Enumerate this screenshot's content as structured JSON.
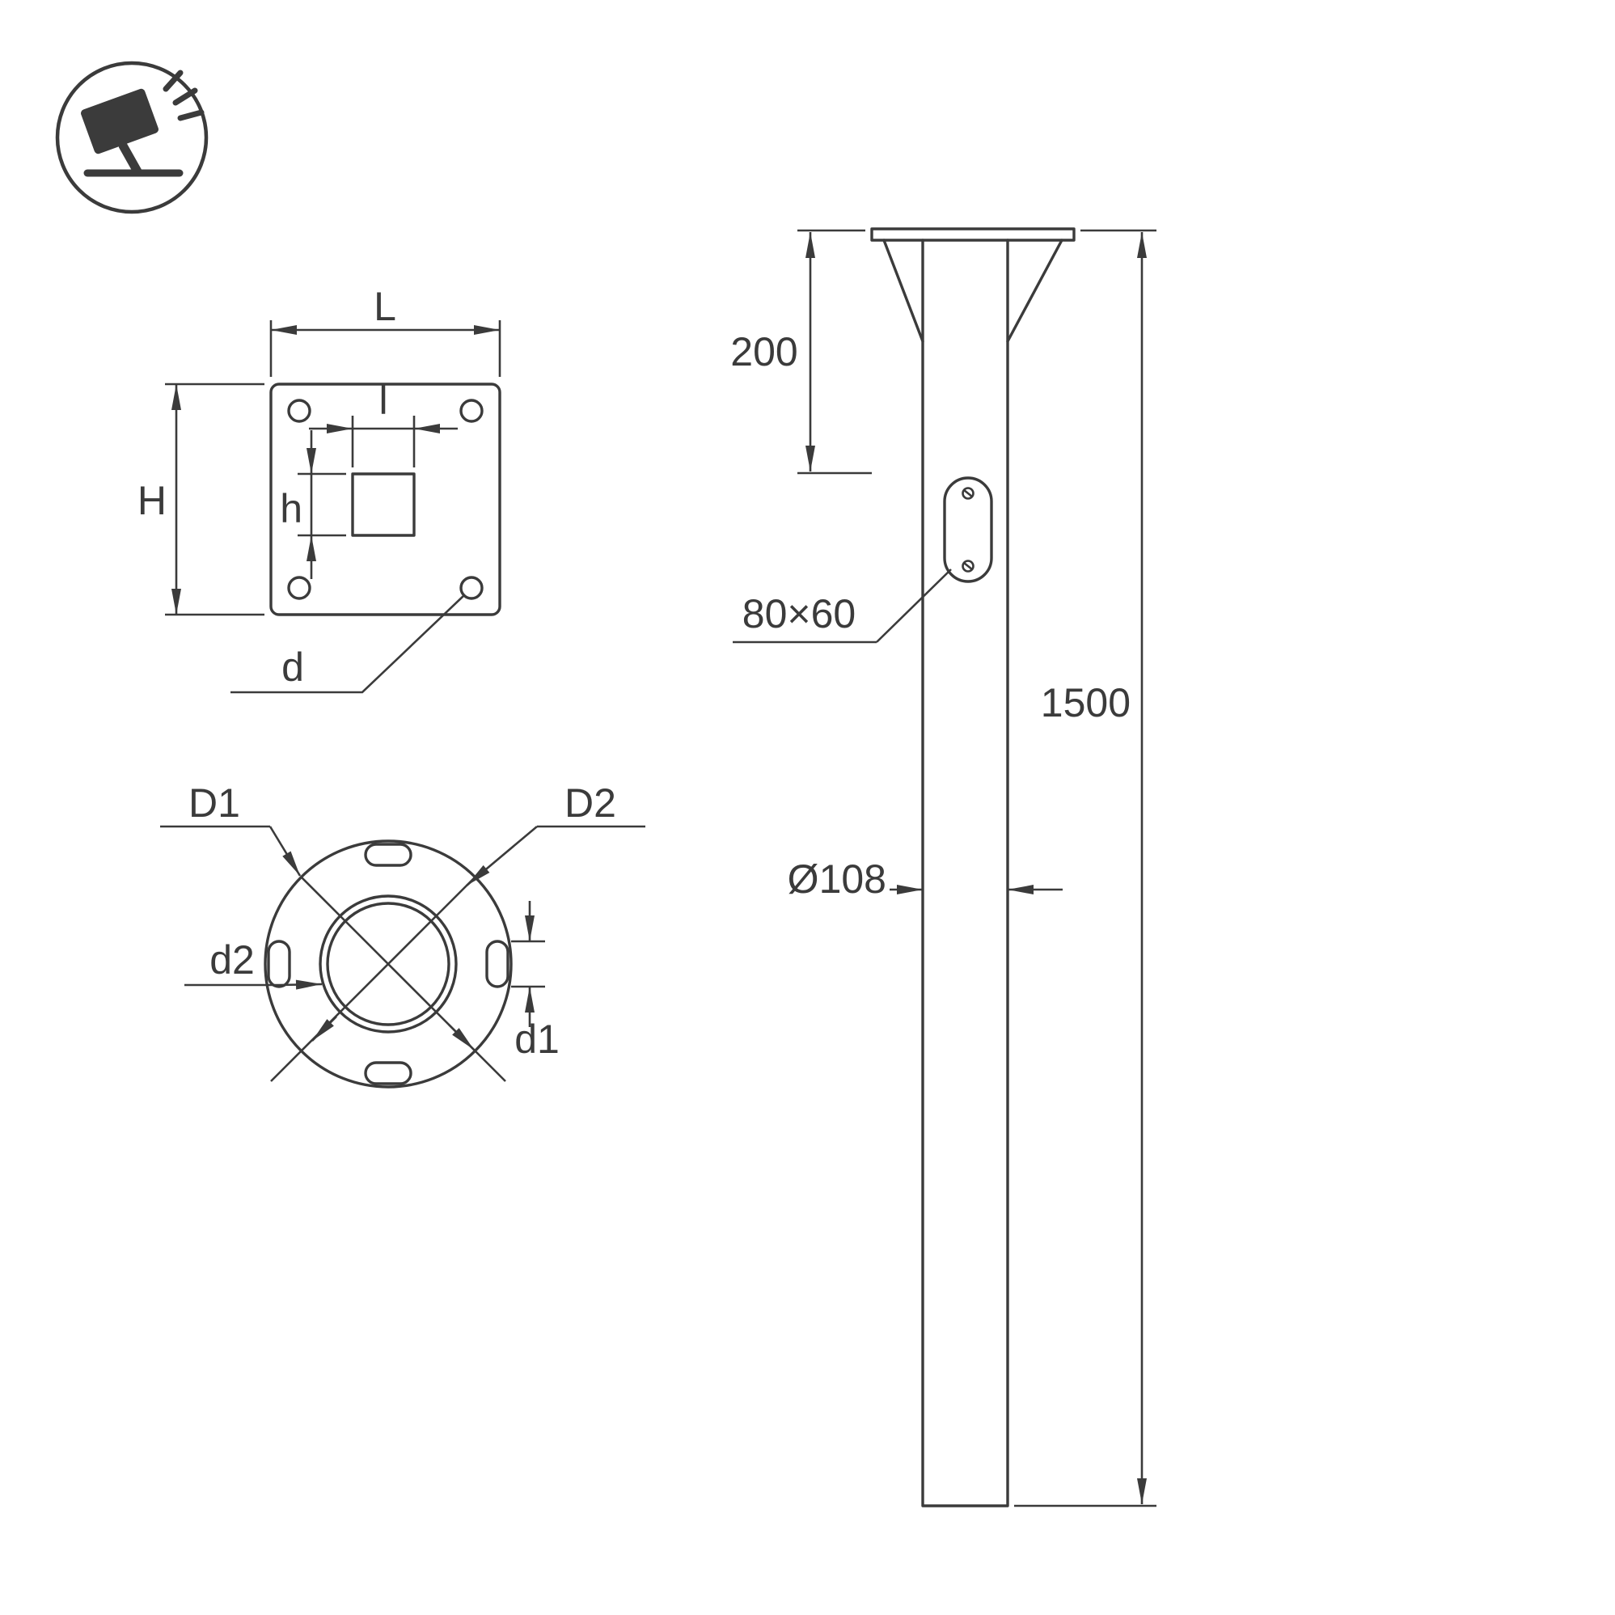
{
  "colors": {
    "line": "#3b3b3b",
    "background": "#ffffff"
  },
  "icon": {
    "name": "tilted-floodlight"
  },
  "top_view": {
    "width_label": "L",
    "height_label": "H",
    "inner_width_label": "l",
    "inner_height_label": "h",
    "corner_hole_label": "d"
  },
  "bottom_view": {
    "outer_diameter_label": "D1",
    "bolt_circle_label": "D2",
    "slot_hole_label": "d1",
    "inner_diameter_label": "d2"
  },
  "side_view": {
    "flange_offset_mm": "200",
    "total_length_mm": "1500",
    "cable_hole_size": "80×60",
    "pole_diameter": "Ø108"
  }
}
